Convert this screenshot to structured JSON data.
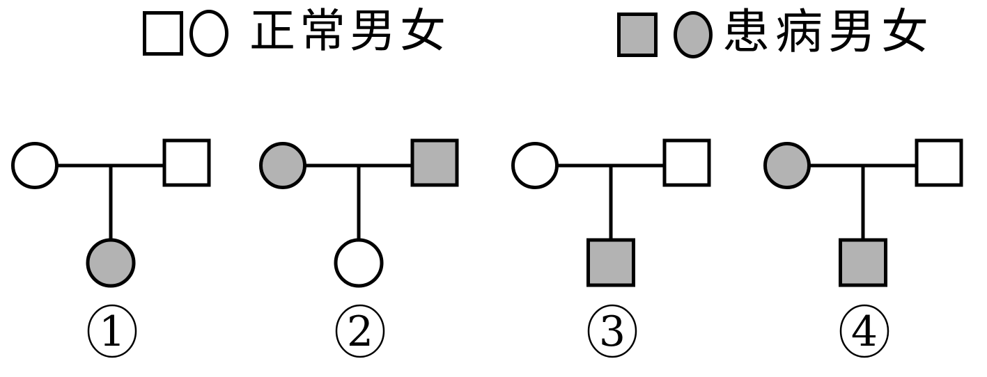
{
  "figure": {
    "kind": "genetics-pedigree-comparison",
    "background": "#ffffff"
  },
  "legend": {
    "normal_label": "正常男女",
    "affected_label": "患病男女",
    "normal_symbols": [
      "square-outline-male",
      "circle-outline-female"
    ],
    "affected_symbols": [
      "square-filled-male",
      "circle-filled-female"
    ]
  },
  "colors": {
    "affected_fill": "#b3b3b3",
    "normal_fill": "#ffffff",
    "stroke": "#000000"
  },
  "pedigrees": [
    {
      "number": "1",
      "circled": "①",
      "mother_status": "normal",
      "father_status": "normal",
      "child_sex": "female",
      "child_status": "affected"
    },
    {
      "number": "2",
      "circled": "②",
      "mother_status": "affected",
      "father_status": "affected",
      "child_sex": "female",
      "child_status": "normal"
    },
    {
      "number": "3",
      "circled": "③",
      "mother_status": "normal",
      "father_status": "normal",
      "child_sex": "male",
      "child_status": "affected"
    },
    {
      "number": "4",
      "circled": "④",
      "mother_status": "affected",
      "father_status": "normal",
      "child_sex": "male",
      "child_status": "affected"
    }
  ]
}
